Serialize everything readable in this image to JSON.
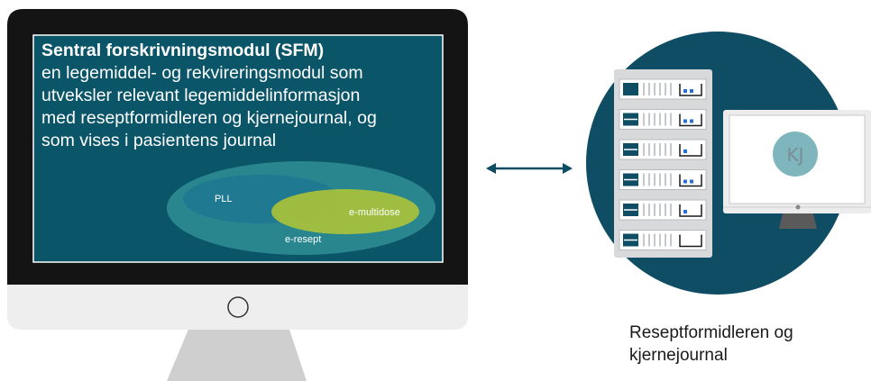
{
  "left_monitor": {
    "title": "Sentral forskrivningsmodul (SFM)",
    "description_lines": [
      "en legemiddel- og rekvireringsmodul som",
      "utveksler relevant legemiddelinformasjon",
      "med reseptformidleren og kjernejournal, og",
      "som vises i pasientens journal"
    ],
    "venn": {
      "outer_label": "e-resept",
      "left_label": "PLL",
      "right_label": "e-multidose"
    }
  },
  "right_group": {
    "caption_lines": [
      "Reseptformidleren og",
      "kjernejournal"
    ],
    "monitor_logo": "KJ",
    "server_rack_units": 6
  },
  "connector": {
    "type": "double-arrow"
  },
  "colors": {
    "screen_bg": "#0b5569",
    "bezel": "#141414",
    "chin": "#eeeeee",
    "stand": "#cfcfcf",
    "circle_bg": "#0e4d63",
    "server_body": "#d7d9da",
    "venn_outer": "#2f8f97",
    "venn_pll": "#1f7a91",
    "venn_multidose": "#a9c23a",
    "kj_circle": "#7fb6bd"
  },
  "icons": [
    "double-arrow-icon",
    "server-rack-icon",
    "monitor-icon",
    "power-button-icon"
  ]
}
